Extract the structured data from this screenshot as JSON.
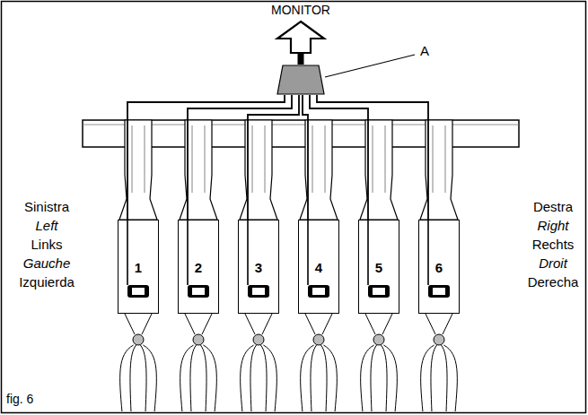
{
  "diagram": {
    "caption": "fig. 6",
    "nodes": [
      {
        "text": [
          "MONITOR"
        ]
      },
      {
        "text": [
          "A"
        ]
      },
      {
        "text": [
          "1"
        ]
      },
      {
        "text": [
          "2"
        ]
      },
      {
        "text": [
          "3"
        ]
      },
      {
        "text": [
          "4"
        ]
      },
      {
        "text": [
          "5"
        ]
      },
      {
        "text": [
          "6"
        ]
      }
    ],
    "edges": [
      {
        "from": 1,
        "to": 0,
        "arrow": "to"
      },
      {
        "from": 2,
        "to": 1,
        "arrow": "none"
      },
      {
        "from": 3,
        "to": 1,
        "arrow": "none"
      },
      {
        "from": 4,
        "to": 1,
        "arrow": "none"
      },
      {
        "from": 5,
        "to": 1,
        "arrow": "none"
      },
      {
        "from": 6,
        "to": 1,
        "arrow": "none"
      },
      {
        "from": 7,
        "to": 1,
        "arrow": "none"
      }
    ],
    "labels": [
      "Sinistra",
      "Left",
      "Links",
      "Gauche",
      "Izquierda",
      "Destra",
      "Right",
      "Rechts",
      "Droit",
      "Derecha"
    ]
  }
}
